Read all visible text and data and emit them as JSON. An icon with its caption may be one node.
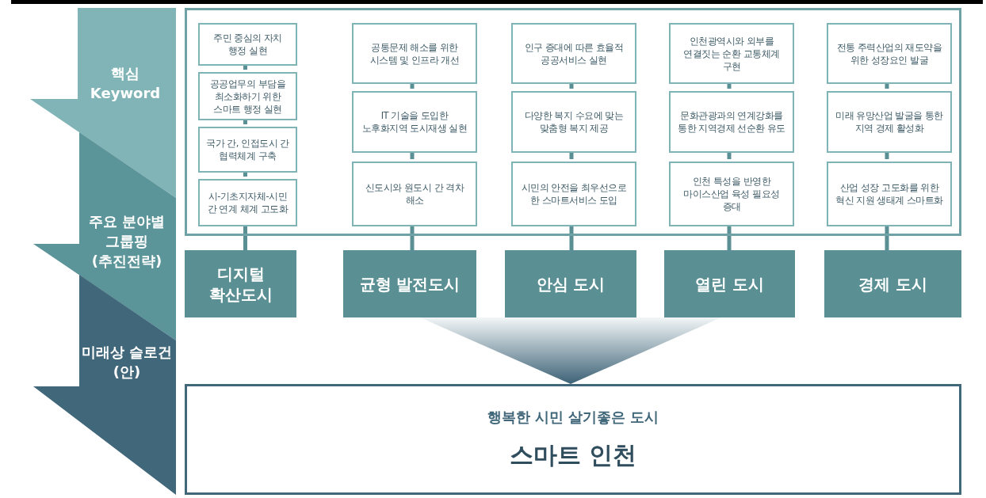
{
  "diagram": {
    "nodes": [
      {
        "text": [
          "핵심 Keyword"
        ]
      },
      {
        "text": [
          "주요 분야별 그룹핑 (추진전략)"
        ]
      },
      {
        "text": [
          "미래상 슬로건 (안)"
        ]
      },
      {
        "text": [],
        "shape": "box"
      },
      {
        "text": [
          "주민 중심의 자치 행정 실현"
        ],
        "in": 3
      },
      {
        "text": [
          "공공업무의 부담을 최소화하기 위한 스마트 행정 실현"
        ],
        "in": 3
      },
      {
        "text": [
          "국가 간, 인접도시 간 협력체계 구축"
        ],
        "in": 3
      },
      {
        "text": [
          "시-기초지자체-시민 간 연계 체계 고도화"
        ],
        "in": 3
      },
      {
        "text": [
          "공통문제 해소를 위한 시스템 및 인프라 개선"
        ],
        "in": 3
      },
      {
        "text": [
          "IT 기술을 도입한 노후화지역 도시재생 실현"
        ],
        "in": 3
      },
      {
        "text": [
          "신도시와 원도시 간 격차 해소"
        ],
        "in": 3
      },
      {
        "text": [
          "인구 증대에 따른 효율적 공공서비스 실현"
        ],
        "in": 3
      },
      {
        "text": [
          "다양한 복지 수요에 맞는 맞춤형 복지 제공"
        ],
        "in": 3
      },
      {
        "text": [
          "시민의 안전을 최우선으로 한 스마트서비스 도입"
        ],
        "in": 3
      },
      {
        "text": [
          "인천광역시와 외부를 연결짓는 순환 교통체계 구현"
        ],
        "in": 3
      },
      {
        "text": [
          "문화관광과의 연계강화를 통한 지역경제 선순환 유도"
        ],
        "in": 3
      },
      {
        "text": [
          "인천 특성을 반영한 마이스산업 육성 필요성 증대"
        ],
        "in": 3
      },
      {
        "text": [
          "전통 주력산업의 재도약을 위한 성장요인 발굴"
        ],
        "in": 3
      },
      {
        "text": [
          "미래 유망산업 발굴을 통한 지역 경제 활성화"
        ],
        "in": 3
      },
      {
        "text": [
          "산업 성장 고도화를 위한 혁신 지원 생태계 스마트화"
        ],
        "in": 3
      },
      {
        "text": [
          "디지털 확산도시"
        ]
      },
      {
        "text": [
          "균형 발전도시"
        ]
      },
      {
        "text": [
          "안심 도시"
        ]
      },
      {
        "text": [
          "열린 도시"
        ]
      },
      {
        "text": [
          "경제 도시"
        ]
      },
      {
        "text": [
          "행복한 시민 살기좋은 도시",
          "스마트 인천"
        ]
      }
    ],
    "edges": [
      {
        "from": 4,
        "to": 5,
        "arrow": "none"
      },
      {
        "from": 5,
        "to": 6,
        "arrow": "none"
      },
      {
        "from": 6,
        "to": 7,
        "arrow": "none"
      },
      {
        "from": 7,
        "to": 20,
        "arrow": "none"
      },
      {
        "from": 8,
        "to": 9,
        "arrow": "none"
      },
      {
        "from": 9,
        "to": 10,
        "arrow": "none"
      },
      {
        "from": 10,
        "to": 21,
        "arrow": "none"
      },
      {
        "from": 11,
        "to": 12,
        "arrow": "none"
      },
      {
        "from": 12,
        "to": 13,
        "arrow": "none"
      },
      {
        "from": 13,
        "to": 22,
        "arrow": "none"
      },
      {
        "from": 14,
        "to": 15,
        "arrow": "none"
      },
      {
        "from": 15,
        "to": 16,
        "arrow": "none"
      },
      {
        "from": 16,
        "to": 23,
        "arrow": "none"
      },
      {
        "from": 17,
        "to": 18,
        "arrow": "none"
      },
      {
        "from": 18,
        "to": 19,
        "arrow": "none"
      },
      {
        "from": 19,
        "to": 24,
        "arrow": "none"
      },
      {
        "from": 22,
        "to": 25,
        "arrow": "to"
      }
    ]
  }
}
